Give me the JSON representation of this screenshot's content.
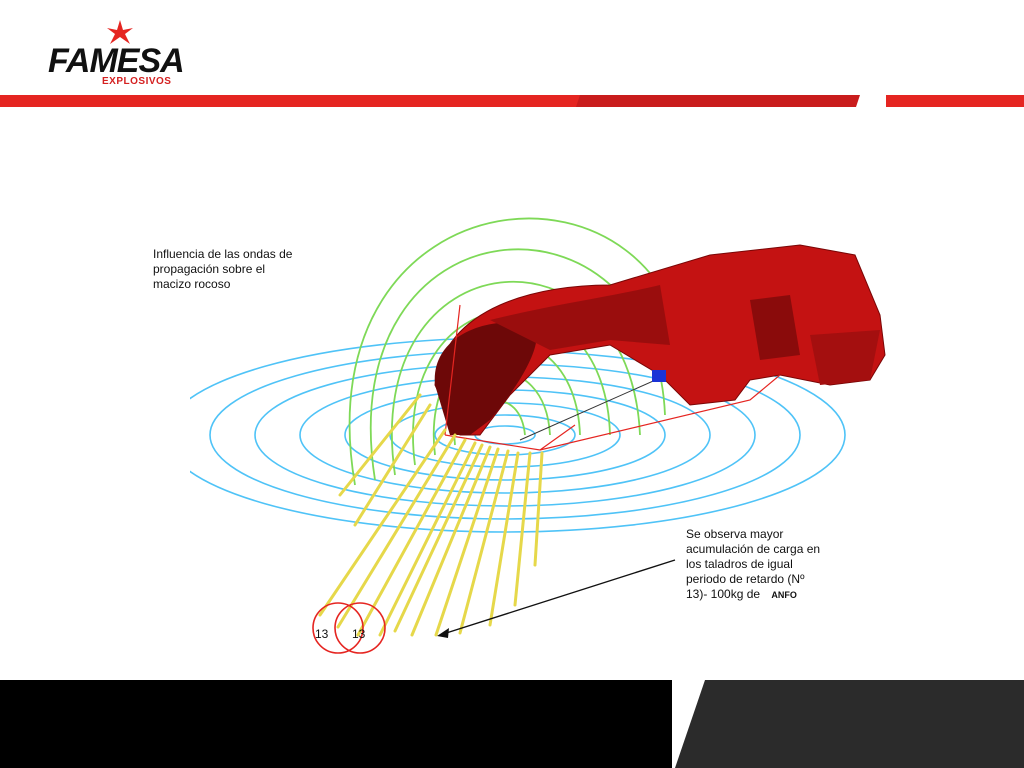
{
  "logo": {
    "name": "FAMESA",
    "sub": "EXPLOSIVOS"
  },
  "figure": {
    "label_top": "Influencia de las ondas de propagación sobre el macizo rocoso",
    "label_top_lines": [
      "Influencia de las ondas de",
      "propagación sobre el",
      "macizo rocoso"
    ],
    "label_bottom_lines": [
      "Se observa mayor",
      "acumulación de carga en",
      "los taladros de igual",
      "periodo de retardo (Nº",
      "13)- 100kg de"
    ],
    "label_bottom_suffix": "ANFO",
    "circle_labels": [
      "13",
      "13"
    ]
  },
  "colors": {
    "red": "#e52521",
    "dark_red": "#8b0a0a",
    "green": "#7ed957",
    "cyan": "#4fc3f7",
    "yellow": "#e6d84a",
    "dark": "#000000"
  }
}
